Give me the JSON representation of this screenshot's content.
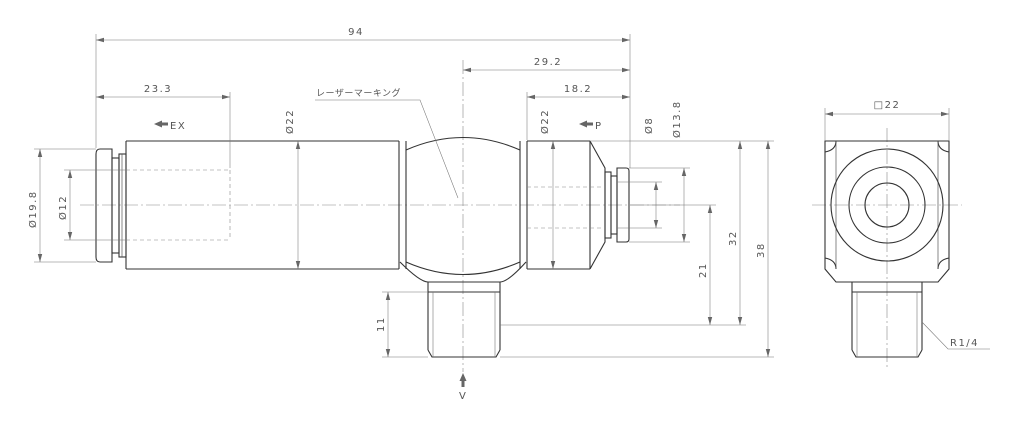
{
  "diagram": {
    "dimensions": {
      "overall_length": "94",
      "p_to_centre": "29.2",
      "ex_port_depth": "23.3",
      "p_port_depth": "18.2",
      "body_dia_main": "Ø22",
      "body_dia_p_side": "Ø22",
      "tube_p_dia": "Ø8",
      "release_p_dia": "Ø13.8",
      "release_ex_dia": "Ø19.8",
      "tube_ex_dia": "Ø12",
      "height_21": "21",
      "height_32": "32",
      "total_height": "38",
      "thread_length": "11",
      "side_width": "□22",
      "thread_size": "R1/4"
    },
    "labels": {
      "laser_marking": "レーザーマーキング",
      "exhaust_port": "EX",
      "pressure_port": "P",
      "vacuum_port": "V"
    }
  }
}
